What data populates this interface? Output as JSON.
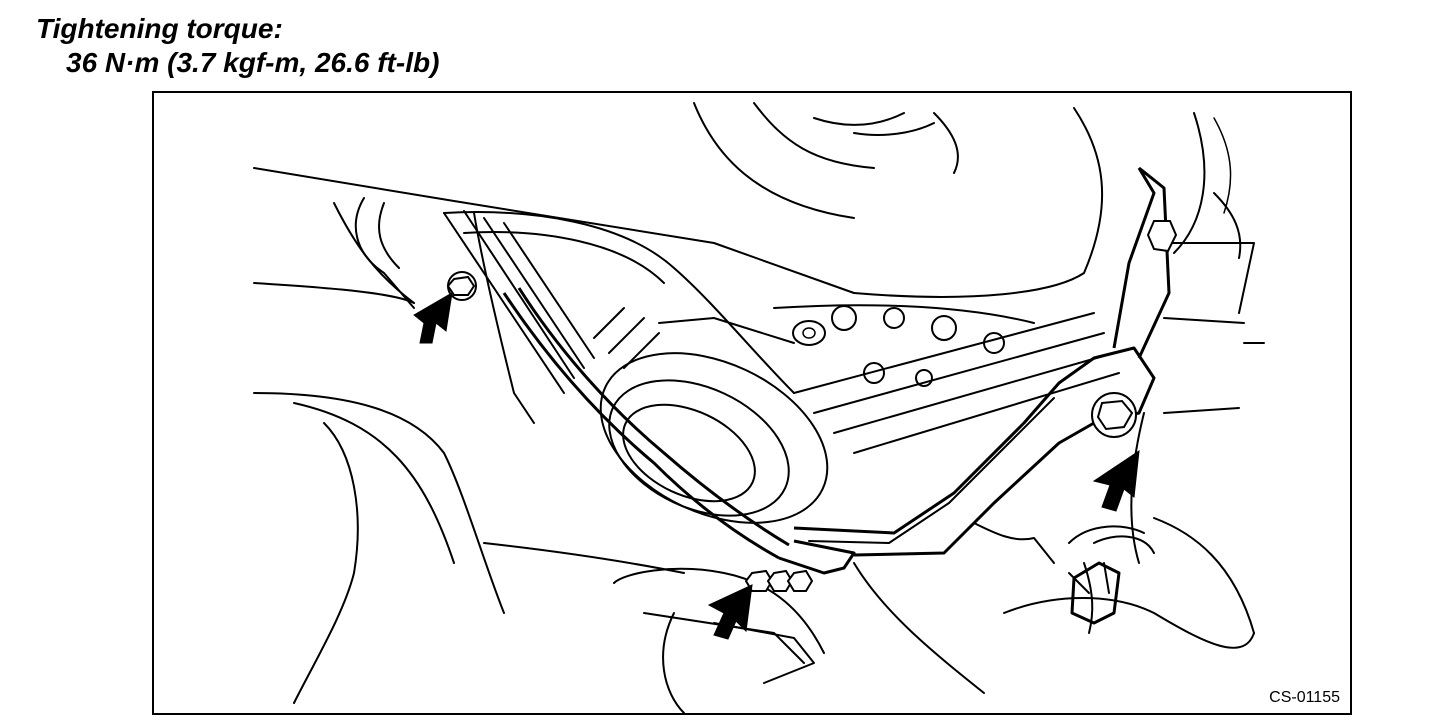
{
  "heading": {
    "label": "Tightening torque:",
    "value": "36 N·m (3.7 kgf-m, 26.6 ft-lb)"
  },
  "figure": {
    "id": "CS-01155"
  }
}
